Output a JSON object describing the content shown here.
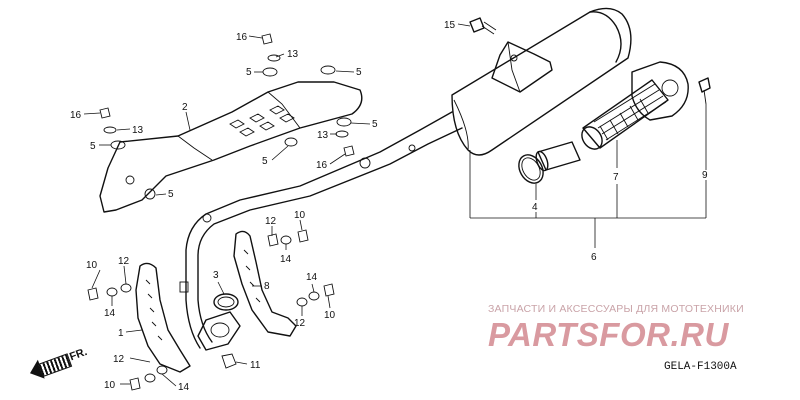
{
  "watermark": {
    "top_text": "ЗАПЧАСТИ И АКСЕССУАРЫ ДЛЯ МОТОТЕХНИКИ",
    "logo_text": "PARTSFOR.RU"
  },
  "diagram_code": "GELA-F1300A",
  "direction_label": "FR.",
  "callouts": [
    {
      "id": "c15",
      "label": "15"
    },
    {
      "id": "c16a",
      "label": "16"
    },
    {
      "id": "c13a",
      "label": "13"
    },
    {
      "id": "c5a",
      "label": "5"
    },
    {
      "id": "c5b",
      "label": "5"
    },
    {
      "id": "c2",
      "label": "2"
    },
    {
      "id": "c16b",
      "label": "16"
    },
    {
      "id": "c13b",
      "label": "13"
    },
    {
      "id": "c5c",
      "label": "5"
    },
    {
      "id": "c5d",
      "label": "5"
    },
    {
      "id": "c13c",
      "label": "13"
    },
    {
      "id": "c5e",
      "label": "5"
    },
    {
      "id": "c16c",
      "label": "16"
    },
    {
      "id": "c5f",
      "label": "5"
    },
    {
      "id": "c7",
      "label": "7"
    },
    {
      "id": "c9",
      "label": "9"
    },
    {
      "id": "c4",
      "label": "4"
    },
    {
      "id": "c6",
      "label": "6"
    },
    {
      "id": "c12a",
      "label": "12"
    },
    {
      "id": "c10a",
      "label": "10"
    },
    {
      "id": "c14a",
      "label": "14"
    },
    {
      "id": "c10b",
      "label": "10"
    },
    {
      "id": "c12b",
      "label": "12"
    },
    {
      "id": "c14b",
      "label": "14"
    },
    {
      "id": "c3",
      "label": "3"
    },
    {
      "id": "c8",
      "label": "8"
    },
    {
      "id": "c14c",
      "label": "14"
    },
    {
      "id": "c12c",
      "label": "12"
    },
    {
      "id": "c10c",
      "label": "10"
    },
    {
      "id": "c1",
      "label": "1"
    },
    {
      "id": "c12d",
      "label": "12"
    },
    {
      "id": "c11",
      "label": "11"
    },
    {
      "id": "c10d",
      "label": "10"
    },
    {
      "id": "c14d",
      "label": "14"
    }
  ]
}
